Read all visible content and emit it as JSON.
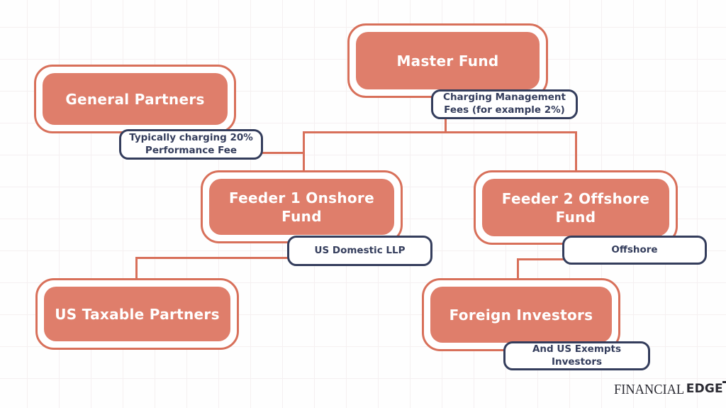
{
  "colors": {
    "coral_fill": "#DF7E6B",
    "coral_line": "#D8705A",
    "navy": "#343D5C",
    "bg": "#FEFEFE",
    "grid": "#F5F0F1",
    "logo_ink": "#2B2B33"
  },
  "nodes": {
    "master_fund": "Master Fund",
    "general_partners": "General Partners",
    "feeder1_onshore": "Feeder 1 Onshore\nFund",
    "feeder2_offshore": "Feeder 2 Offshore\nFund",
    "us_taxable_partners": "US Taxable Partners",
    "foreign_investors": "Foreign Investors"
  },
  "callouts": {
    "management_fees": "Charging Management\nFees (for example 2%)",
    "performance_fee": "Typically charging 20%\nPerformance Fee",
    "us_domestic_llp": "US Domestic LLP",
    "offshore": "Offshore",
    "us_exempts": "And US Exempts Investors"
  },
  "logo": {
    "part1": "FINANCIAL",
    "part2": "EDGE"
  }
}
